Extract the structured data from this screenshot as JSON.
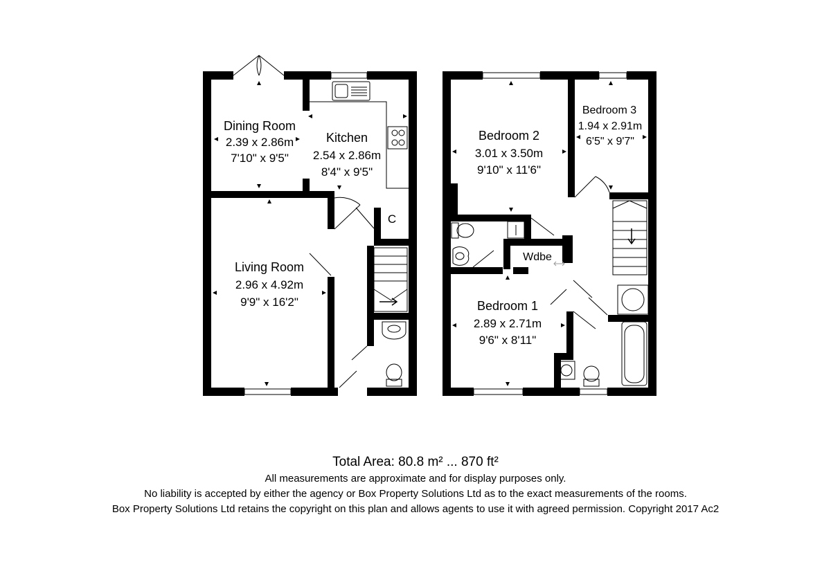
{
  "floorplan": {
    "ground_floor": {
      "rooms": [
        {
          "name": "Dining Room",
          "metric": "2.39 x 2.86m",
          "imperial": "7'10\" x 9'5\""
        },
        {
          "name": "Kitchen",
          "metric": "2.54 x 2.86m",
          "imperial": "8'4\" x 9'5\""
        },
        {
          "name": "Living Room",
          "metric": "2.96 x 4.92m",
          "imperial": "9'9\" x 16'2\""
        }
      ],
      "cupboard_label": "C"
    },
    "first_floor": {
      "rooms": [
        {
          "name": "Bedroom 2",
          "metric": "3.01 x 3.50m",
          "imperial": "9'10\" x 11'6\""
        },
        {
          "name": "Bedroom 3",
          "metric": "1.94 x 2.91m",
          "imperial": "6'5\" x 9'7\""
        },
        {
          "name": "Bedroom 1",
          "metric": "2.89 x 2.71m",
          "imperial": "9'6\" x 8'11\""
        }
      ],
      "wardrobe_label": "Wdbe"
    }
  },
  "footer": {
    "total_area": "Total Area: 80.8 m² ... 870 ft²",
    "disclaimer_1": "All measurements are approximate and for display purposes only.",
    "disclaimer_2": "No liability is accepted by either the agency or Box Property Solutions Ltd as to the exact measurements of the rooms.",
    "copyright": "Box Property Solutions Ltd retains the copyright on this plan and allows agents to use it with agreed permission. Copyright 2017 Ac2"
  }
}
